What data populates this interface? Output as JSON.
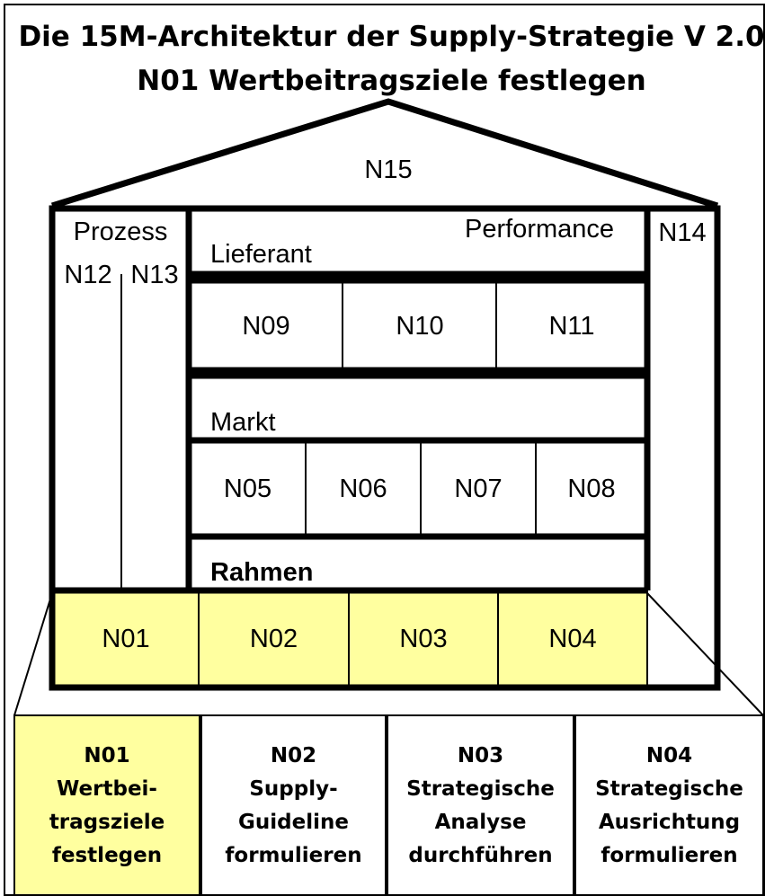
{
  "title": {
    "line1": "Die 15M-Architektur der Supply-Strategie V 2.0",
    "line2": "N01 Wertbeitragsziele festlegen"
  },
  "colors": {
    "highlight": "#ffff9f",
    "stroke": "#000000",
    "background": "#ffffff"
  },
  "roof": {
    "label": "N15"
  },
  "left_column": {
    "header": "Prozess",
    "sub_left": "N12",
    "sub_right": "N13"
  },
  "right_column": {
    "label": "N14"
  },
  "performance_layer": {
    "corner_label": "Performance",
    "title": "Lieferant",
    "modules": [
      "N09",
      "N10",
      "N11"
    ]
  },
  "market_layer": {
    "title": "Markt",
    "modules": [
      "N05",
      "N06",
      "N07",
      "N08"
    ]
  },
  "frame_layer": {
    "title": "Rahmen"
  },
  "foundation": {
    "modules": [
      "N01",
      "N02",
      "N03",
      "N04"
    ],
    "highlighted_index": 0
  },
  "detail_boxes": [
    {
      "id": "N01",
      "lines": [
        "Wertbei-",
        "tragsziele",
        "festlegen"
      ],
      "highlighted": true
    },
    {
      "id": "N02",
      "lines": [
        "Supply-",
        "Guideline",
        "formulieren"
      ],
      "highlighted": false
    },
    {
      "id": "N03",
      "lines": [
        "Strategische",
        "Analyse",
        "durchführen"
      ],
      "highlighted": false
    },
    {
      "id": "N04",
      "lines": [
        "Strategische",
        "Ausrichtung",
        "formulieren"
      ],
      "highlighted": false
    }
  ]
}
